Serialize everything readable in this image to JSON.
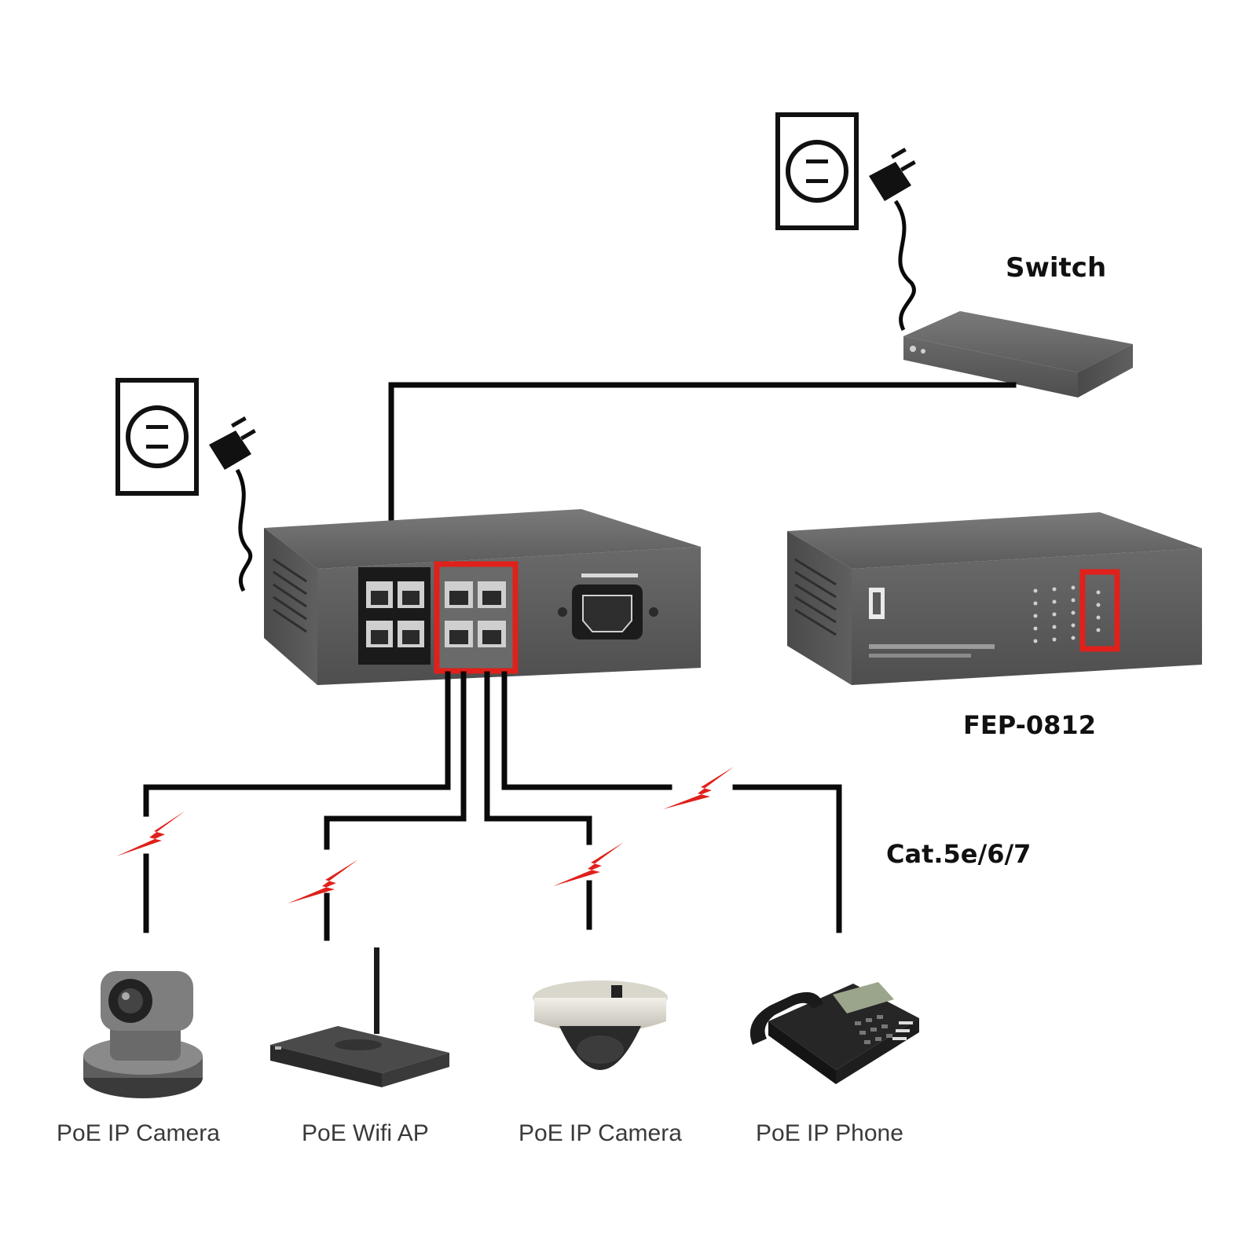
{
  "labels": {
    "switch": "Switch",
    "model": "FEP-0812",
    "cable": "Cat.5e/6/7"
  },
  "devices": [
    {
      "label": "PoE IP Camera",
      "icon": "ptz-camera-icon"
    },
    {
      "label": "PoE Wifi AP",
      "icon": "wifi-router-icon"
    },
    {
      "label": "PoE IP Camera",
      "icon": "dome-camera-icon"
    },
    {
      "label": "PoE IP Phone",
      "icon": "ip-phone-icon"
    }
  ],
  "colors": {
    "cable": "#0a0a0a",
    "highlight": "#e0201b",
    "device_body": "#5d5d5d"
  }
}
